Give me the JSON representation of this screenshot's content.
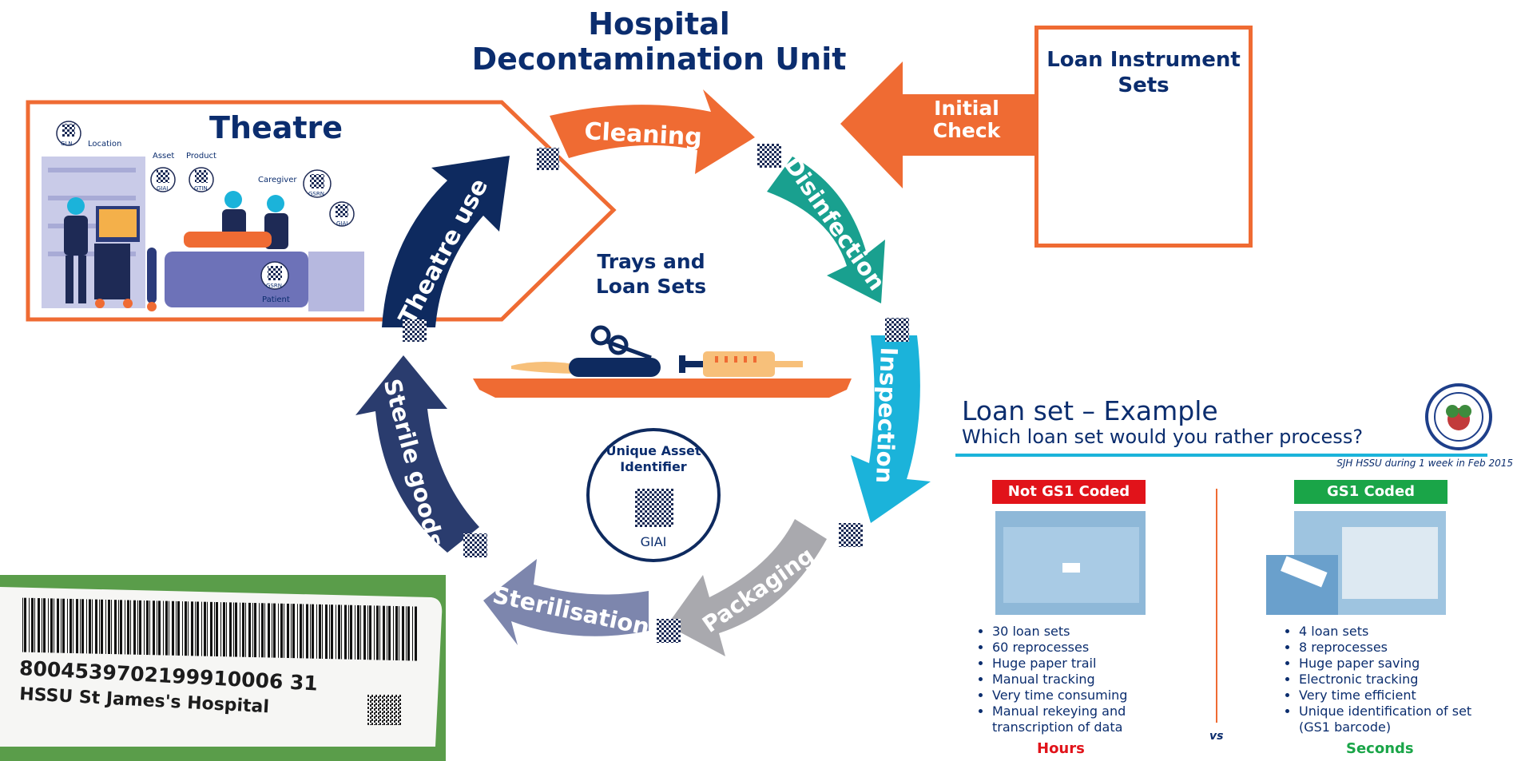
{
  "title": {
    "line1": "Hospital",
    "line2": "Decontamination Unit"
  },
  "loan_instrument_sets": {
    "title_line1": "Loan Instrument",
    "title_line2": "Sets"
  },
  "initial_check": {
    "line1": "Initial",
    "line2": "Check"
  },
  "theatre": {
    "title": "Theatre",
    "labels": {
      "location": "Location",
      "asset": "Asset",
      "product": "Product",
      "caregiver": "Caregiver",
      "patient": "Patient"
    },
    "badges": {
      "gln": "GLN",
      "giai": "GIAI",
      "gtin": "GTIN",
      "gsrn": "GSRN",
      "giai2": "GIAI",
      "gsrn2": "GSRN"
    }
  },
  "cycle": {
    "steps": [
      "Cleaning",
      "Disinfection",
      "Inspection",
      "Packaging",
      "Sterilisation",
      "Sterile goods",
      "Theatre use"
    ],
    "colors": {
      "cleaning": "#ef6b33",
      "disinfection": "#19a08f",
      "inspection": "#1bb3da",
      "packaging": "#a9a9ae",
      "sterilisation": "#7d86ad",
      "sterile_goods": "#2a3c6e",
      "theatre_use": "#0e2a5f"
    },
    "center_label_line1": "Trays and",
    "center_label_line2": "Loan Sets",
    "identifier_line1": "Unique Asset",
    "identifier_line2": "Identifier",
    "identifier_code": "GIAI"
  },
  "barcode_label": {
    "number": "8004539702199910006 31",
    "hospital": "HSSU St James's Hospital"
  },
  "example": {
    "title": "Loan set – Example",
    "subtitle": "Which loan set would you rather process?",
    "note": "SJH HSSU during 1 week in Feb 2015",
    "not_coded": {
      "tag": "Not GS1 Coded",
      "items": [
        "30 loan sets",
        "60 reprocesses",
        "Huge paper trail",
        "Manual tracking",
        "Very time consuming",
        "Manual rekeying and transcription of data"
      ],
      "result": "Hours"
    },
    "coded": {
      "tag": "GS1 Coded",
      "items": [
        "4 loan sets",
        "8 reprocesses",
        "Huge paper saving",
        "Electronic tracking",
        "Very time efficient",
        "Unique identification of set (GS1 barcode)"
      ],
      "result": "Seconds"
    },
    "vs": "vs"
  }
}
